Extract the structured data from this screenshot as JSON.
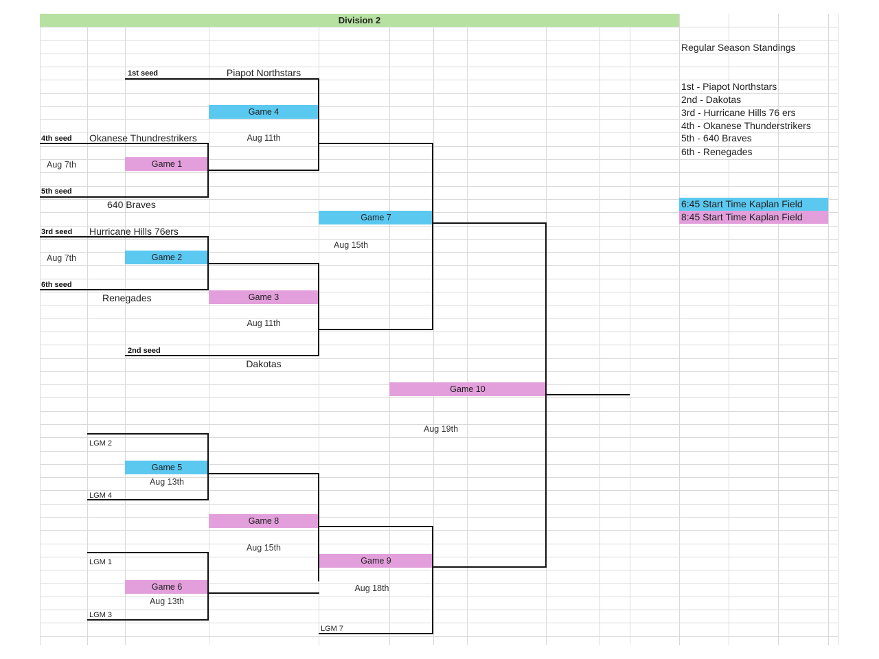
{
  "title": "Division 2",
  "standings": {
    "heading": "Regular Season Standings",
    "items": [
      "1st - Piapot Northstars",
      "2nd - Dakotas",
      "3rd - Hurricane Hills 76 ers",
      "4th - Okanese Thunderstrikers",
      "5th - 640 Braves",
      "6th - Renegades"
    ]
  },
  "legend": {
    "blue": "6:45 Start Time Kaplan Field",
    "pink": "8:45 Start Time Kaplan Field"
  },
  "colors": {
    "blue": "#5bc8f0",
    "pink": "#e39fdc",
    "title_bg": "#b7e1a1"
  },
  "seeds": {
    "s1": "1st seed",
    "s2": "2nd seed",
    "s3": "3rd seed",
    "s4": "4th seed",
    "s5": "5th seed",
    "s6": "6th seed"
  },
  "teams": {
    "piapot": "Piapot Northstars",
    "okanese": "Okanese Thundrestrikers",
    "braves": "640 Braves",
    "hurricane": "Hurricane Hills 76ers",
    "renegades": "Renegades",
    "dakotas": "Dakotas"
  },
  "games": {
    "g1": "Game 1",
    "g2": "Game 2",
    "g3": "Game 3",
    "g4": "Game 4",
    "g5": "Game 5",
    "g6": "Game 6",
    "g7": "Game 7",
    "g8": "Game 8",
    "g9": "Game 9",
    "g10": "Game 10"
  },
  "dates": {
    "g1": "Aug 7th",
    "g2": "Aug 7th",
    "g3": "Aug 11th",
    "g4": "Aug 11th",
    "g5": "Aug 13th",
    "g6": "Aug 13th",
    "g7": "Aug 15th",
    "g8": "Aug 15th",
    "g9": "Aug 18th",
    "g10": "Aug 19th"
  },
  "losers": {
    "lgm1": "LGM 1",
    "lgm2": "LGM 2",
    "lgm3": "LGM 3",
    "lgm4": "LGM 4",
    "lgm7": "LGM 7"
  }
}
